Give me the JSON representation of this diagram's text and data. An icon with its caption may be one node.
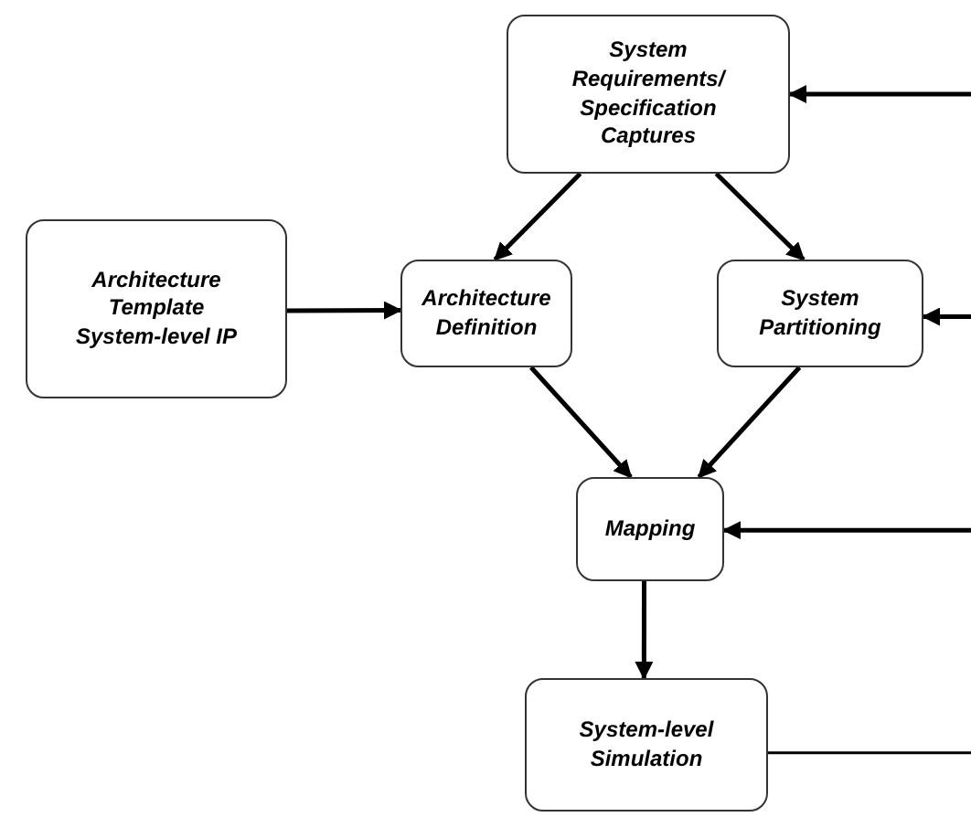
{
  "diagram": {
    "nodes": [
      {
        "text": [
          "System Requirements/ Specification Captures"
        ]
      },
      {
        "text": [
          "Architecture Template System-level IP"
        ]
      },
      {
        "text": [
          "Architecture Definition"
        ]
      },
      {
        "text": [
          "System Partitioning"
        ]
      },
      {
        "text": [
          "Mapping"
        ]
      },
      {
        "text": [
          "System-level Simulation"
        ]
      }
    ],
    "edges": [
      {
        "from": 0,
        "to": 2,
        "arrow": "to"
      },
      {
        "from": 0,
        "to": 3,
        "arrow": "to"
      },
      {
        "from": 1,
        "to": 2,
        "arrow": "to"
      },
      {
        "from": 2,
        "to": 4,
        "arrow": "to"
      },
      {
        "from": 3,
        "to": 4,
        "arrow": "to"
      },
      {
        "from": 4,
        "to": 5,
        "arrow": "to"
      },
      {
        "from": null,
        "to": 0,
        "arrow": "to"
      },
      {
        "from": null,
        "to": 3,
        "arrow": "to"
      },
      {
        "from": null,
        "to": 4,
        "arrow": "to"
      },
      {
        "from": 5,
        "to": null,
        "arrow": "none"
      }
    ]
  }
}
